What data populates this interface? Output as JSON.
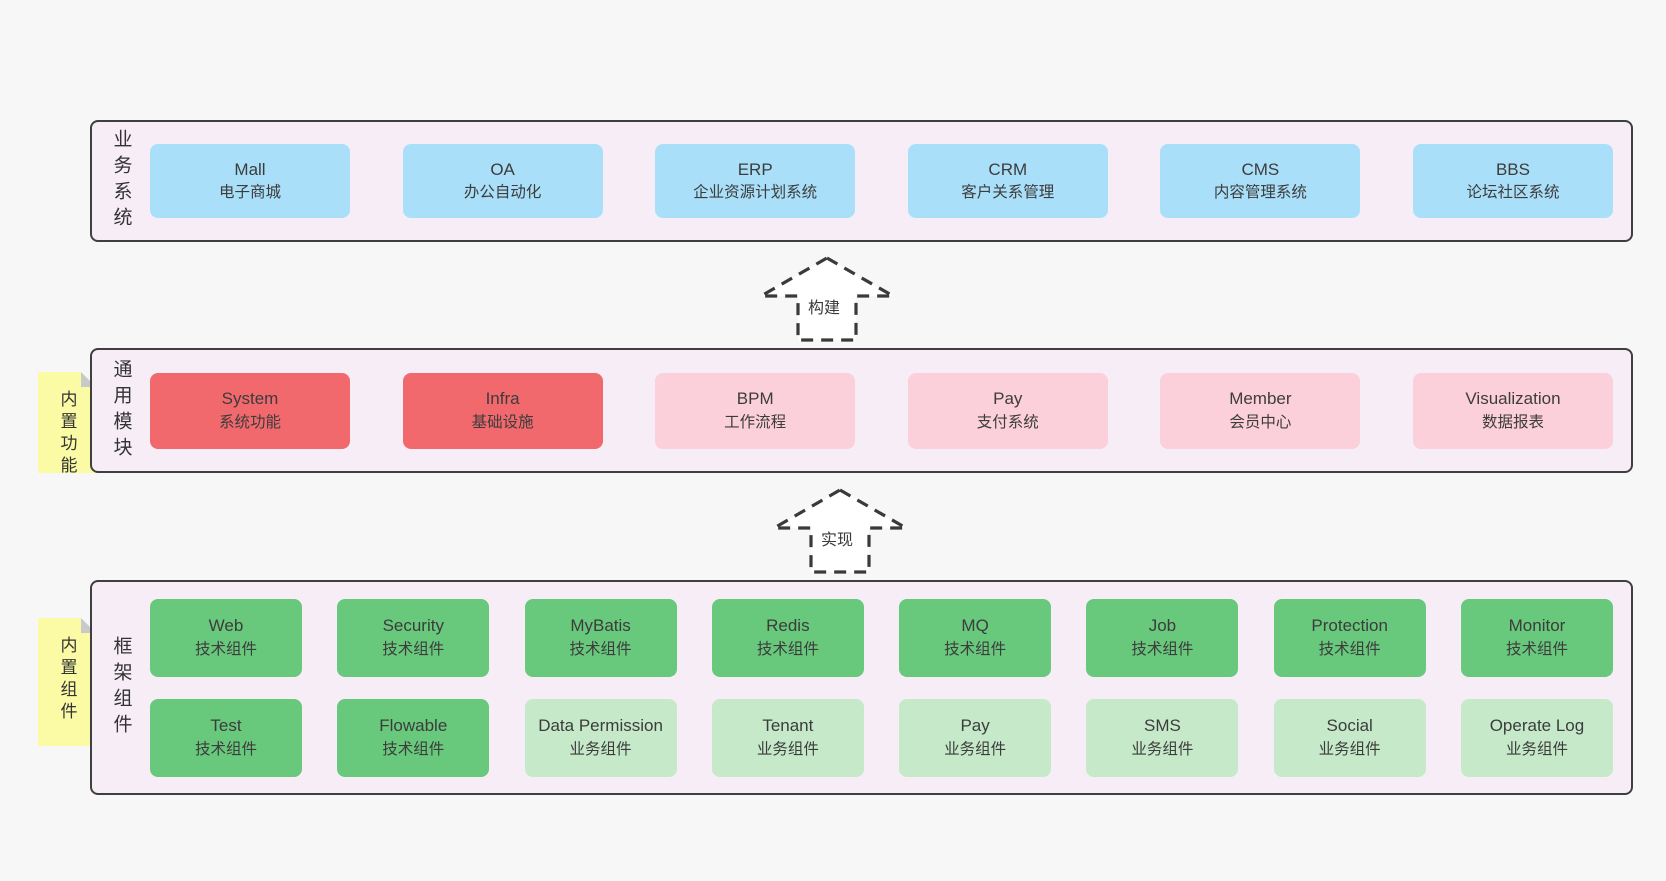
{
  "colors": {
    "page_bg": "#f7f7f7",
    "panel_bg": "#f6edf6",
    "panel_border": "#3f3f3f",
    "blue": "#a9dff8",
    "red": "#f2696d",
    "pink": "#fcd0da",
    "green": "#68c87c",
    "light_green": "#c5e9c9",
    "sticky_yellow": "#fbfba6",
    "sticky_fold": "#c9c9c9",
    "text": "#3c3c3c"
  },
  "arrows": [
    {
      "label": "构建"
    },
    {
      "label": "实现"
    }
  ],
  "layers": [
    {
      "side_label": "业务系统",
      "boxes": [
        {
          "en": "Mall",
          "zh": "电子商城"
        },
        {
          "en": "OA",
          "zh": "办公自动化"
        },
        {
          "en": "ERP",
          "zh": "企业资源计划系统"
        },
        {
          "en": "CRM",
          "zh": "客户关系管理"
        },
        {
          "en": "CMS",
          "zh": "内容管理系统"
        },
        {
          "en": "BBS",
          "zh": "论坛社区系统"
        }
      ]
    },
    {
      "side_label": "通用模块",
      "sticky": "内置功能",
      "boxes": [
        {
          "en": "System",
          "zh": "系统功能"
        },
        {
          "en": "Infra",
          "zh": "基础设施"
        },
        {
          "en": "BPM",
          "zh": "工作流程"
        },
        {
          "en": "Pay",
          "zh": "支付系统"
        },
        {
          "en": "Member",
          "zh": "会员中心"
        },
        {
          "en": "Visualization",
          "zh": "数据报表"
        }
      ]
    },
    {
      "side_label": "框架组件",
      "sticky": "内置组件",
      "rows": [
        [
          {
            "en": "Web",
            "zh": "技术组件"
          },
          {
            "en": "Security",
            "zh": "技术组件"
          },
          {
            "en": "MyBatis",
            "zh": "技术组件"
          },
          {
            "en": "Redis",
            "zh": "技术组件"
          },
          {
            "en": "MQ",
            "zh": "技术组件"
          },
          {
            "en": "Job",
            "zh": "技术组件"
          },
          {
            "en": "Protection",
            "zh": "技术组件"
          },
          {
            "en": "Monitor",
            "zh": "技术组件"
          }
        ],
        [
          {
            "en": "Test",
            "zh": "技术组件"
          },
          {
            "en": "Flowable",
            "zh": "技术组件"
          },
          {
            "en": "Data Permission",
            "zh": "业务组件"
          },
          {
            "en": "Tenant",
            "zh": "业务组件"
          },
          {
            "en": "Pay",
            "zh": "业务组件"
          },
          {
            "en": "SMS",
            "zh": "业务组件"
          },
          {
            "en": "Social",
            "zh": "业务组件"
          },
          {
            "en": "Operate Log",
            "zh": "业务组件"
          }
        ]
      ]
    }
  ]
}
